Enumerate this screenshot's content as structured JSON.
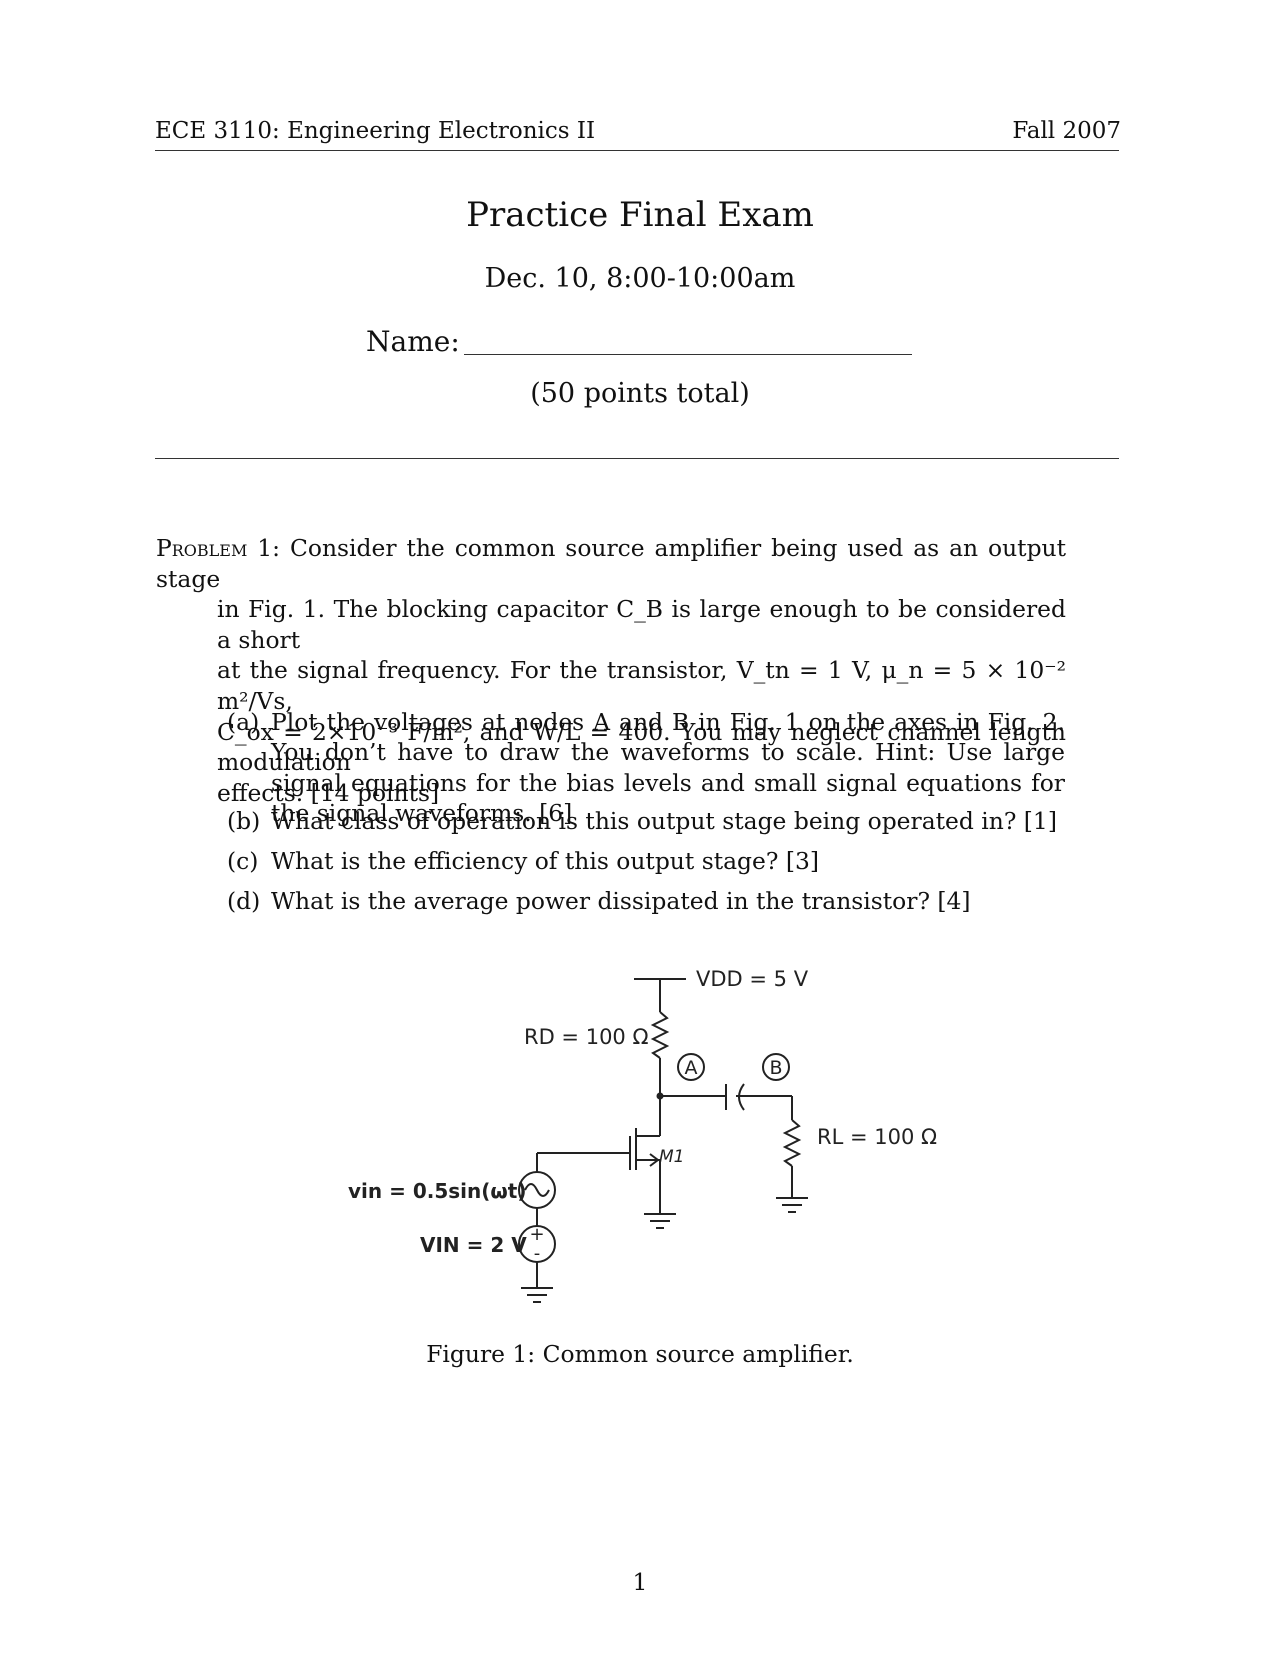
{
  "header": {
    "course": "ECE 3110: Engineering Electronics II",
    "term": "Fall 2007"
  },
  "exam": {
    "title": "Practice Final Exam",
    "date": "Dec. 10, 8:00-10:00am",
    "name_label": "Name:",
    "points_total": "(50 points total)"
  },
  "problem1": {
    "heading": "Problem",
    "number": "1:",
    "lines": [
      "Consider the common source amplifier being used as an output stage",
      "in Fig. 1. The blocking capacitor C_B is large enough to be considered a short",
      "at the signal frequency. For the transistor, V_tn = 1 V, μ_n = 5 × 10⁻² m²/Vs,",
      "C_ox = 2×10⁻³ F/m², and W/L = 400. You may neglect channel length modulation",
      "effects. [14 points]"
    ],
    "parts": [
      {
        "label": "(a)",
        "text": "Plot the voltages at nodes A and B in Fig. 1 on the axes in Fig. 2. You don’t have to draw the waveforms to scale. Hint: Use large signal equations for the bias levels and small signal equations for the signal waveforms. [6]"
      },
      {
        "label": "(b)",
        "text": "What class of operation is this output stage being operated in? [1]"
      },
      {
        "label": "(c)",
        "text": "What is the efficiency of this output stage? [3]"
      },
      {
        "label": "(d)",
        "text": "What is the average power dissipated in the transistor? [4]"
      }
    ]
  },
  "figure": {
    "vdd": "VDD = 5 V",
    "rd": "RD = 100 Ω",
    "rl": "RL = 100 Ω",
    "node_a": "A",
    "node_b": "B",
    "m1": "M1",
    "vin_ac": "vin = 0.5sin(ωt)",
    "vin_dc": "VIN = 2 V",
    "caption": "Figure 1: Common source amplifier."
  },
  "page_number": "1"
}
